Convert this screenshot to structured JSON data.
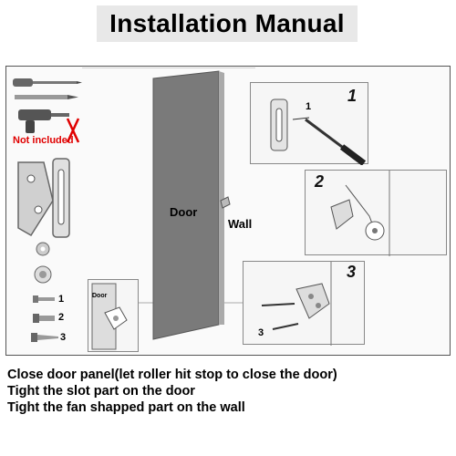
{
  "title": "Installation Manual",
  "tools": {
    "not_included": "Not included"
  },
  "main_scene": {
    "door_label": "Door",
    "wall_label": "Wall"
  },
  "inset": {
    "door_label": "Door"
  },
  "steps": [
    {
      "number": "1",
      "callout": "1"
    },
    {
      "number": "2"
    },
    {
      "number": "3",
      "callout": "3"
    }
  ],
  "screws": [
    "1",
    "2",
    "3"
  ],
  "instructions": [
    "Close door panel(let roller hit stop to close the door)",
    "Tight the slot part on the door",
    "Tight the fan shapped part on the wall"
  ]
}
